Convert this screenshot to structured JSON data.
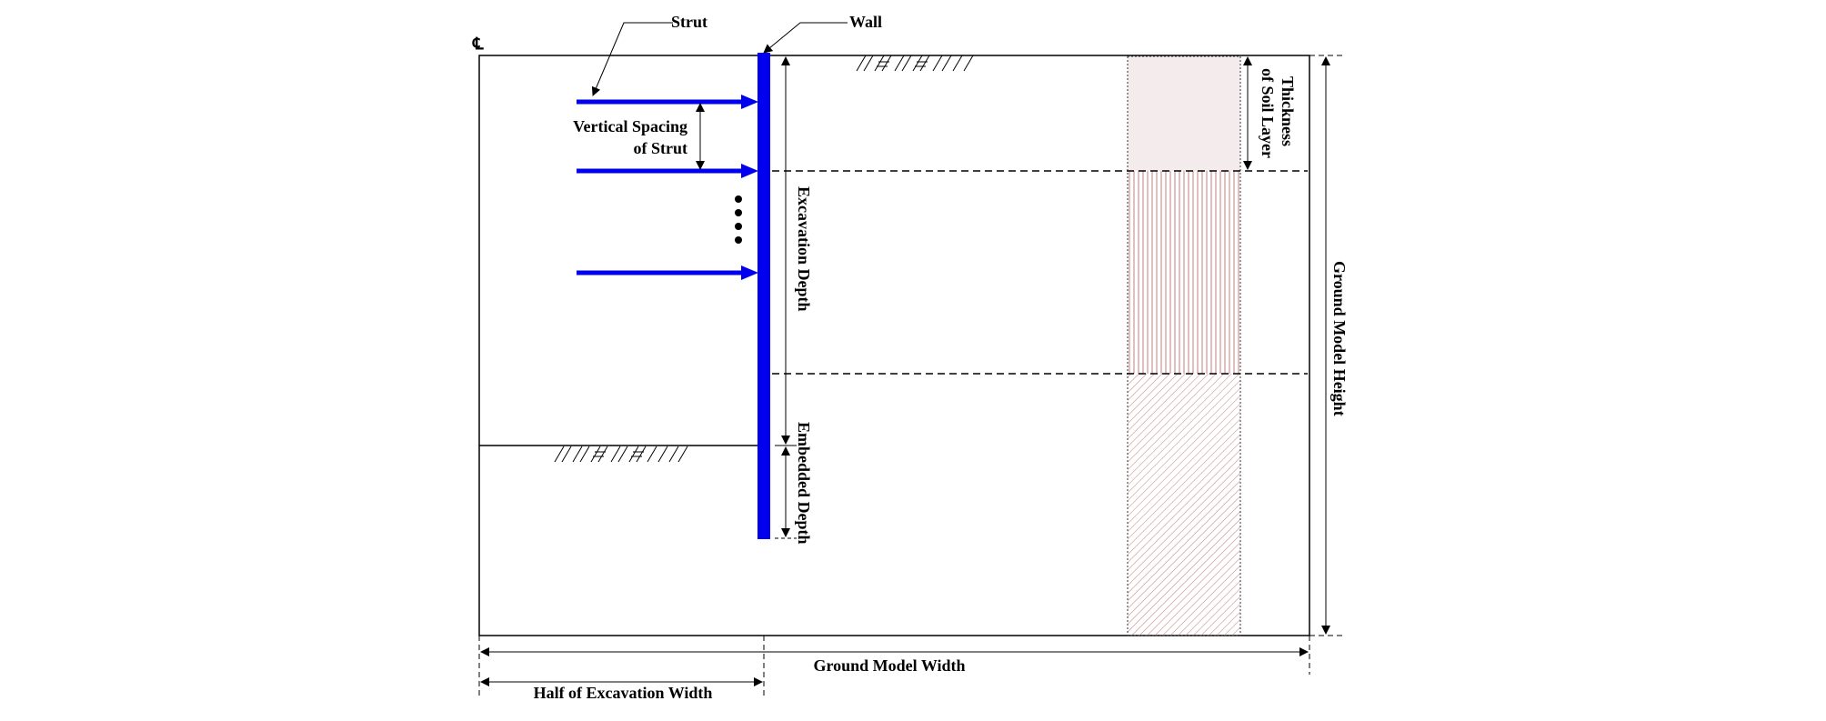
{
  "labels": {
    "centerline": "℄",
    "strut": "Strut",
    "wall": "Wall",
    "vertical_spacing_line1": "Vertical Spacing",
    "vertical_spacing_line2": "of Strut",
    "excavation_depth": "Excavation Depth",
    "embedded_depth": "Embedded Depth",
    "thickness_line1": "Thickness",
    "thickness_line2": "of Soil Layer",
    "ground_model_height": "Ground Model Height",
    "ground_model_width": "Ground Model Width",
    "half_excavation_width": "Half of Excavation Width"
  },
  "colors": {
    "strut_and_wall": "#0000ee",
    "soil_layer_1_fill": "#f4ecec",
    "soil_layer_hatch": "#c47f7f",
    "line": "#000000"
  }
}
